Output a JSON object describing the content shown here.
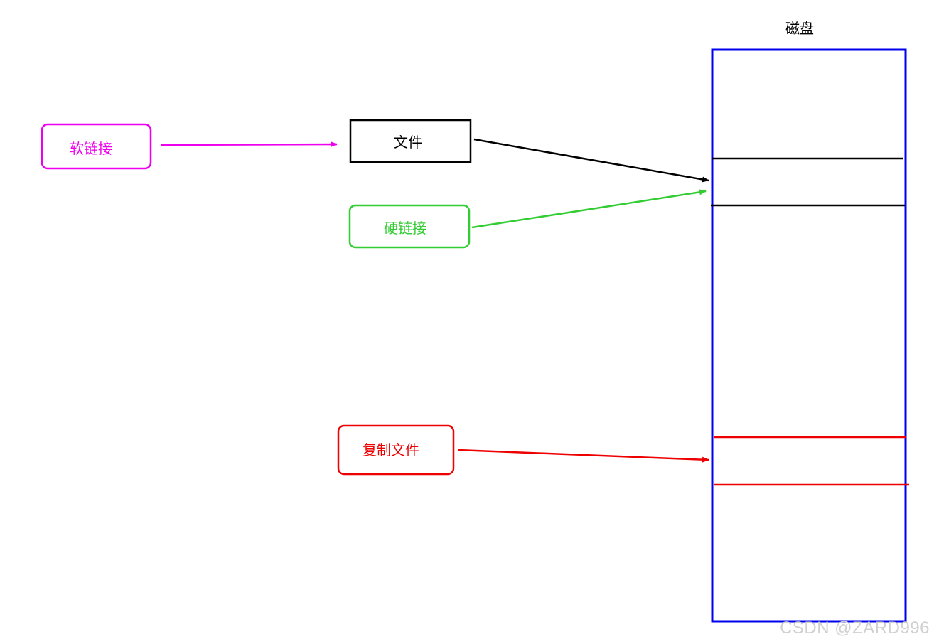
{
  "diagram": {
    "disk": {
      "label": "磁盘",
      "color": "#0000ee"
    },
    "nodes": {
      "file": {
        "label": "文件",
        "color": "#000000"
      },
      "soft_link": {
        "label": "软链接",
        "color": "#ee00ee"
      },
      "hard_link": {
        "label": "硬链接",
        "color": "#33cc33"
      },
      "copy_file": {
        "label": "复制文件",
        "color": "#ee0000"
      }
    },
    "edges": [
      {
        "from": "soft_link",
        "to": "file",
        "color": "#ee00ee"
      },
      {
        "from": "file",
        "to": "disk_block_1",
        "color": "#000000"
      },
      {
        "from": "hard_link",
        "to": "disk_block_1",
        "color": "#33cc33"
      },
      {
        "from": "copy_file",
        "to": "disk_block_2",
        "color": "#ee0000"
      }
    ],
    "disk_blocks": [
      {
        "id": "disk_block_1",
        "color": "#000000"
      },
      {
        "id": "disk_block_2",
        "color": "#ee0000"
      }
    ]
  },
  "watermark": "CSDN @ZARD996"
}
